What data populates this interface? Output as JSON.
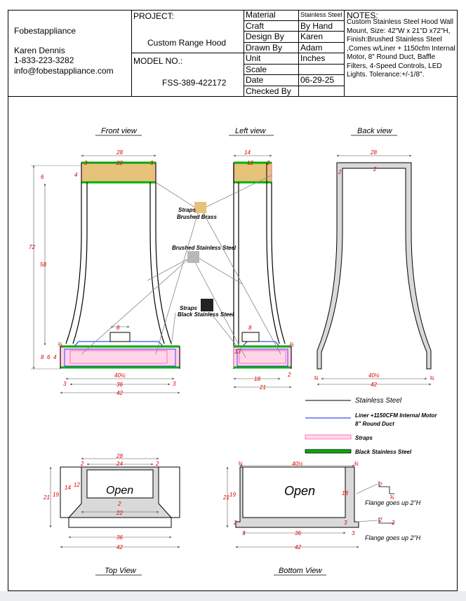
{
  "company": {
    "name": "Fobestappliance",
    "contact_name": "Karen Dennis",
    "phone": "1-833-223-3282",
    "email": "info@fobestappliance.com"
  },
  "project": {
    "label": "PROJECT:",
    "value": "Custom Range Hood",
    "model_label": "MODEL NO.:",
    "model_value": "FSS-389-422172"
  },
  "specs": [
    {
      "key": "Material",
      "value": "Stainless Steel"
    },
    {
      "key": "Craft",
      "value": "By Hand"
    },
    {
      "key": "Design By",
      "value": "Karen"
    },
    {
      "key": "Drawn By",
      "value": "Adam"
    },
    {
      "key": "Unit",
      "value": "Inches"
    },
    {
      "key": "Scale",
      "value": ""
    },
    {
      "key": "Date",
      "value": "06-29-25"
    },
    {
      "key": "Checked By",
      "value": ""
    }
  ],
  "notes": {
    "label": "NOTES:",
    "text": "Custom Stainless Steel  Hood Wall Mount, Size: 42\"W x 21\"D x72\"H, Finish:Brushed Stainless Steel ,Comes w/Liner + 1150cfm Internal Motor, 8\" Round Duct, Baffle Filters, 4-Speed Controls, LED Lights. Tolerance:+/-1/8\"."
  },
  "views": {
    "front": "Front view",
    "left": "Left view",
    "back": "Back view",
    "top": "Top View",
    "bottom": "Bottom View"
  },
  "callouts": {
    "straps_brass_1": "Straps",
    "straps_brass_2": "Brushed Brass",
    "brushed_ss": "Brushed Stainless Steel",
    "straps_black_1": "Straps",
    "straps_black_2": "Black Stainless Steel",
    "open": "Open",
    "flange": "Flange goes up 2\"H"
  },
  "legend": [
    {
      "label": "Stainless Steel",
      "color": "#000000",
      "style": "line"
    },
    {
      "label": "Liner +1150CFM Internal Motor",
      "label2": "8\" Round Duct",
      "color": "#1a1aff",
      "style": "line"
    },
    {
      "label": "Straps",
      "color": "#ff7fbf",
      "style": "band"
    },
    {
      "label": "Black Stainless Steel",
      "color": "#00b000",
      "style": "bandblack"
    }
  ],
  "colors": {
    "dimension": "#e00000",
    "brass": "#e6c27a",
    "brushed": "#b8b8b8",
    "black_ss": "#222222",
    "liner": "#1a1aff",
    "strap": "#ff7fbf",
    "black_band": "#00b000"
  },
  "dims": {
    "front_28": "28",
    "front_22": "22",
    "front_3": "3",
    "front_6": "6",
    "front_4": "4",
    "front_72": "72",
    "front_58": "58",
    "front_8": "8",
    "front_8b": "8",
    "front_6b": "6",
    "front_4b": "4",
    "front_40h": "40½",
    "front_36": "36",
    "front_42": "42",
    "front_34": "¾",
    "left_14": "14",
    "left_12": "12",
    "left_2": "2",
    "left_8": "8",
    "left_18": "18",
    "left_21": "21",
    "left_34": "¾",
    "left_2b": "2",
    "left_13": "13",
    "back_28": "28",
    "back_2": "2",
    "back_2b": "2",
    "back_40h": "40½",
    "back_42": "42",
    "back_34": "¾",
    "top_28": "28",
    "top_24": "24",
    "top_2": "2",
    "top_14": "14",
    "top_12": "12",
    "top_21": "21",
    "top_19": "19",
    "top_22": "22",
    "top_36": "36",
    "top_42": "42",
    "top_2b": "2",
    "bot_34": "¾",
    "bot_40h": "40½",
    "bot_21": "21",
    "bot_19": "19",
    "bot_18": "18",
    "bot_2": "2",
    "bot_3": "3",
    "bot_36": "36",
    "bot_42": "42",
    "bot_2f": "2",
    "bot_3f": "3"
  }
}
